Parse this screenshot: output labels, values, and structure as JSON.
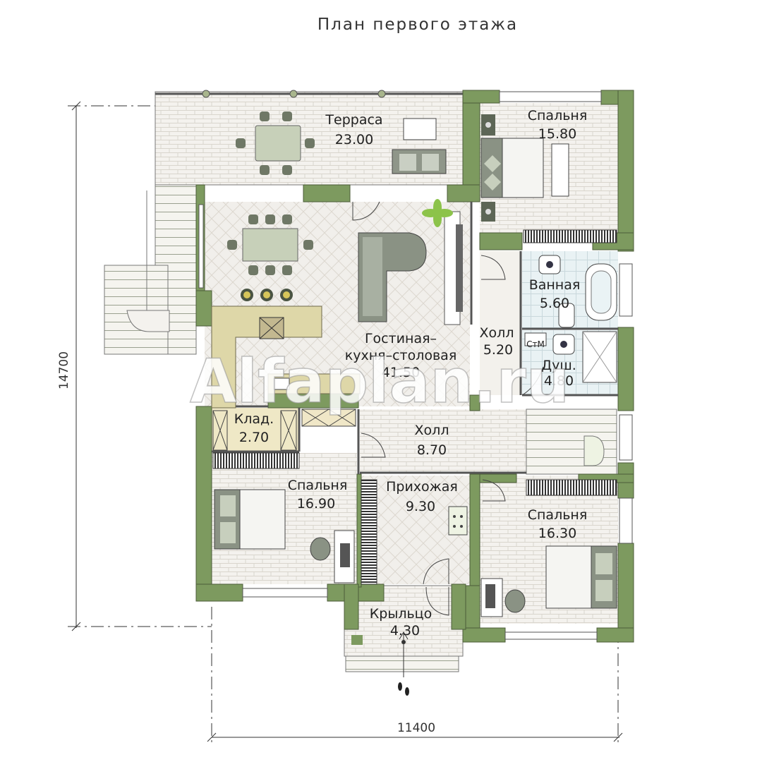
{
  "title": "План первого этажа",
  "watermark": "Alfaplan.ru",
  "dimensions": {
    "height": "14700",
    "width": "11400"
  },
  "rooms": {
    "terrace": {
      "name": "Терраса",
      "area": "23.00"
    },
    "bedroom1": {
      "name": "Спальня",
      "area": "15.80"
    },
    "living": {
      "name1": "Гостиная–",
      "name2": "кухня–столовая",
      "area": "41.50"
    },
    "bathroom": {
      "name": "Ванная",
      "area": "5.60"
    },
    "hall_small": {
      "name": "Холл",
      "area": "5.20"
    },
    "shower": {
      "name": "Душ.",
      "area": "4.80",
      "tag": "СтМ"
    },
    "storage": {
      "name": "Клад.",
      "area": "2.70"
    },
    "hall_big": {
      "name": "Холл",
      "area": "8.70"
    },
    "bedroom2": {
      "name": "Спальня",
      "area": "16.90"
    },
    "hallway": {
      "name": "Прихожая",
      "area": "9.30"
    },
    "bedroom3": {
      "name": "Спальня",
      "area": "16.30"
    },
    "porch": {
      "name": "Крыльцо",
      "area": "4.30"
    }
  },
  "colors": {
    "wall": "#7d9a5f",
    "floor": "#f2efea",
    "tile": "#ecebe6",
    "kitchen": "#ded7a8",
    "furniture": "#8a9284",
    "bath": "#cfe6ee"
  }
}
